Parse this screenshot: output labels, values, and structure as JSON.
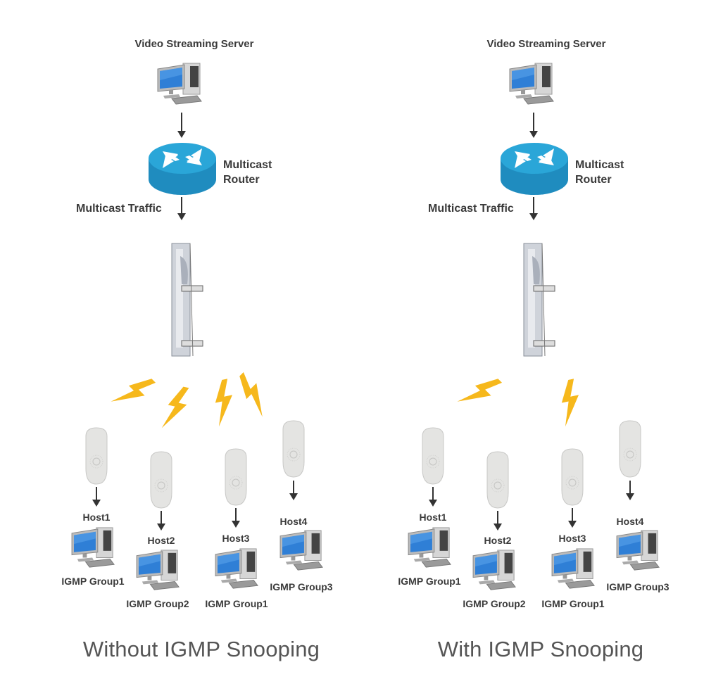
{
  "colors": {
    "screen": "#2f7fd6",
    "router": "#2aa6d8",
    "bolt": "#f6b81c",
    "arrow": "#333333"
  },
  "panels": [
    {
      "server_label": "Video Streaming Server",
      "router_label_line1": "Multicast",
      "router_label_line2": "Router",
      "traffic_label": "Multicast Traffic",
      "caption": "Without IGMP Snooping",
      "hosts": [
        {
          "label": "Host1",
          "group": "IGMP Group1",
          "receives_traffic": true
        },
        {
          "label": "Host2",
          "group": "IGMP Group2",
          "receives_traffic": true
        },
        {
          "label": "Host3",
          "group": "IGMP Group1",
          "receives_traffic": true
        },
        {
          "label": "Host4",
          "group": "IGMP Group3",
          "receives_traffic": true
        }
      ]
    },
    {
      "server_label": "Video Streaming Server",
      "router_label_line1": "Multicast",
      "router_label_line2": "Router",
      "traffic_label": "Multicast Traffic",
      "caption": "With IGMP Snooping",
      "hosts": [
        {
          "label": "Host1",
          "group": "IGMP Group1",
          "receives_traffic": true
        },
        {
          "label": "Host2",
          "group": "IGMP Group2",
          "receives_traffic": false
        },
        {
          "label": "Host3",
          "group": "IGMP Group1",
          "receives_traffic": true
        },
        {
          "label": "Host4",
          "group": "IGMP Group3",
          "receives_traffic": false
        }
      ]
    }
  ]
}
